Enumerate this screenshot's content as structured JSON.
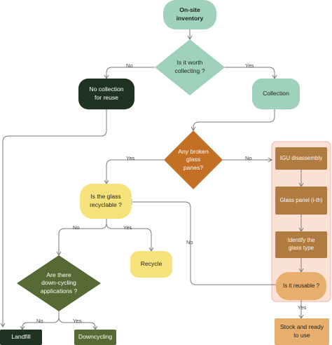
{
  "colors": {
    "mint": "#9fd1bd",
    "dark_green": "#1f3320",
    "orange": "#c36f24",
    "yellow": "#f6e27a",
    "olive": "#566a35",
    "brown": "#b07b3f",
    "peach_panel": "#fbe0d6",
    "stock_orange": "#e7ae6d",
    "arrow": "#7a7a7a"
  },
  "nodes": {
    "onsite_inventory": "On-site\ninventory",
    "worth_collecting": "Is it worth\ncollecting ?",
    "no_collection": "No collection\nfor reuse",
    "collection": "Collection",
    "broken_panes": "Any broken\nglass\npanes?",
    "glass_recyclable": "Is the glass\nrecyclable ?",
    "igu_disassembly": "IGU disassembly",
    "glass_panel": "Glass panel (i-th)",
    "identify_type": "Identify the\nglass type",
    "is_reusable": "Is it reusable ?",
    "recycle": "Recycle",
    "down_cycling": "Are there\ndown-cycling\napplications ?",
    "landfill": "Landfill",
    "downcycling": "Downcycling",
    "stock_ready": "Stock and ready\nto use"
  },
  "edge_labels": {
    "worth_no": "No",
    "worth_yes": "Yes",
    "broken_yes": "Yes",
    "broken_no": "No",
    "recyclable_no": "No",
    "recyclable_yes": "Yes",
    "reusable_no": "No",
    "reusable_yes": "Yes",
    "downcycling_no": "No",
    "downcycling_yes": "Yes"
  }
}
